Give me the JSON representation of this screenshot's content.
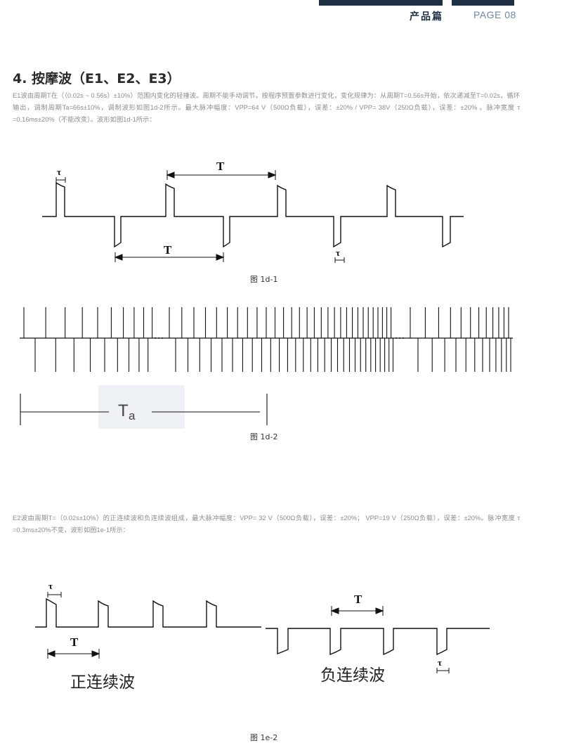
{
  "header": {
    "category": "产品篇",
    "page": "PAGE 08"
  },
  "section": {
    "title": "4. 按摩波（E1、E2、E3）",
    "e1_description": "E1波由周期T在（（0.02s ~ 0.56s）±10%）范围内变化的轻捶波。周期不能手动调节，按程序预置参数进行变化，变化规律为：从周期T=0.56s开始，依次递减至T=0.02s，循环输出，调制周期Ta=66s±10%，调制波形如图1d-2所示。最大脉冲幅度：VPP=64 V（500Ω负载），误差：±20% / VPP= 38V（250Ω负载），误差：±20% 。脉冲宽度 τ =0.16ms±20%（不能改变）。波形如图1d-1所示：",
    "e2_description": "E2波由周期T=（0.02s±10%）的正连续波和负连续波组成，最大脉冲幅度：VPP= 32 V（500Ω负载），误差：±20%； VPP=19 V（250Ω负载），误差：±20%。脉冲宽度 τ =0.3ms±20%不变，波形如图1e-1所示："
  },
  "figures": {
    "fig1d1": {
      "caption": "图 1d-1",
      "T_label": "T",
      "tau_label": "τ"
    },
    "fig1d2": {
      "caption": "图 1d-2",
      "Ta_main": "T",
      "Ta_sub": "a"
    },
    "fig1e": {
      "caption": "图 1e-2",
      "T_label": "T",
      "tau_label": "τ",
      "positive_label": "正连续波",
      "negative_label": "负连续波"
    }
  }
}
